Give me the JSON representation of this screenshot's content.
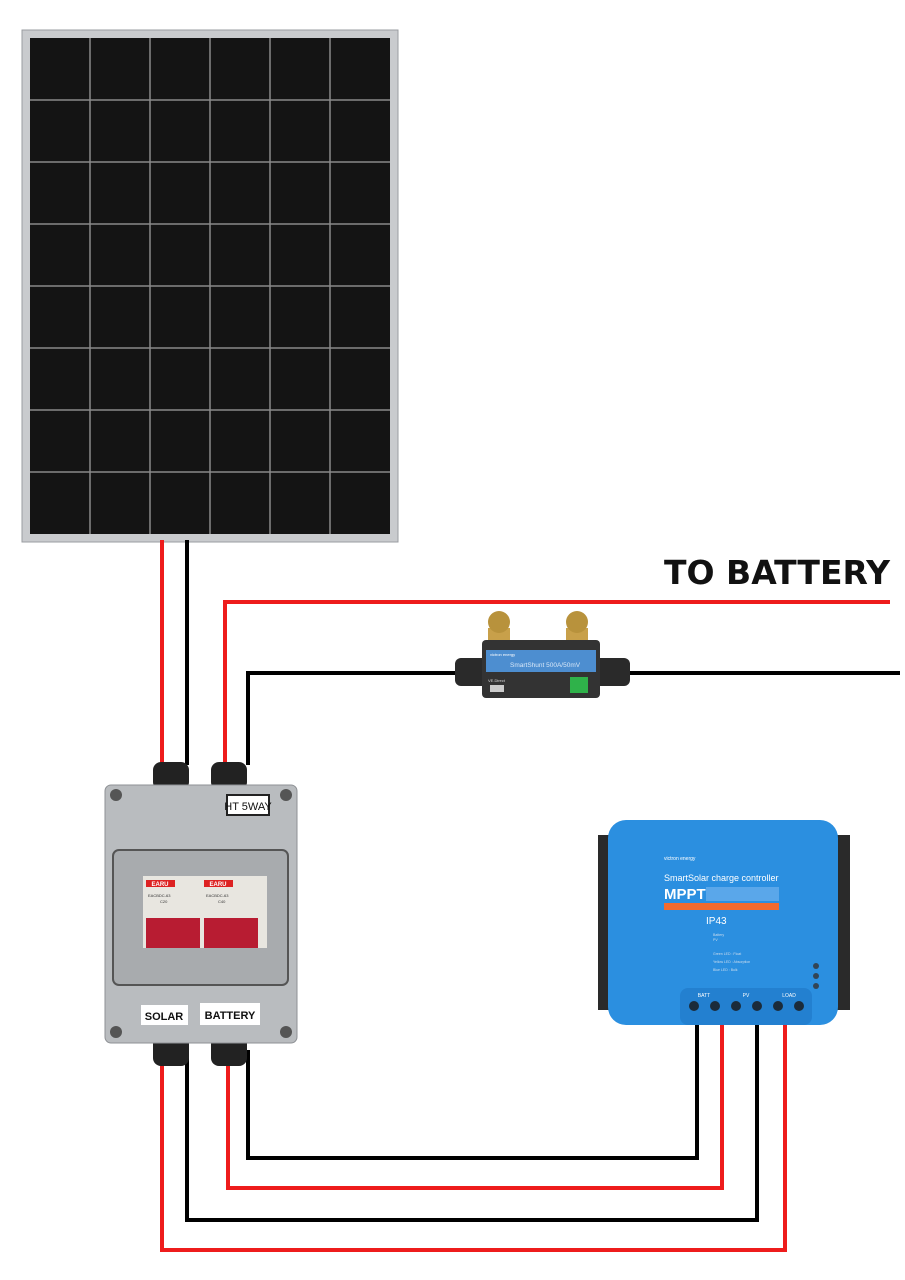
{
  "heading": "TO BATTERY",
  "combiner_box": {
    "label": "HT 5WAY",
    "breaker_brand": "EARU",
    "breaker_solar_model": "EACBDC-63",
    "breaker_solar_rating": "C20",
    "breaker_battery_model": "EACBDC-63",
    "breaker_battery_rating": "C40",
    "solar_label": "SOLAR",
    "battery_label": "BATTERY"
  },
  "shunt": {
    "brand": "victron energy",
    "model": "SmartShunt 500A/50mV",
    "port": "VE.Direct"
  },
  "charge_controller": {
    "brand": "victron energy",
    "product": "SmartSolar charge controller",
    "model": "MPPT",
    "rating": "IP43",
    "spec_battery": "Battery",
    "spec_pv": "PV",
    "led_green": "Green LED : Float",
    "led_yellow": "Yellow LED : Absorption",
    "led_blue": "Blue LED : Bulk",
    "terminal_batt": "BATT",
    "terminal_pv": "PV",
    "terminal_load": "LOAD"
  },
  "colors": {
    "positive_wire": "#ee1c1c",
    "negative_wire": "#000000",
    "controller_blue": "#2b8fe0",
    "orange_bar": "#f26a2e"
  }
}
